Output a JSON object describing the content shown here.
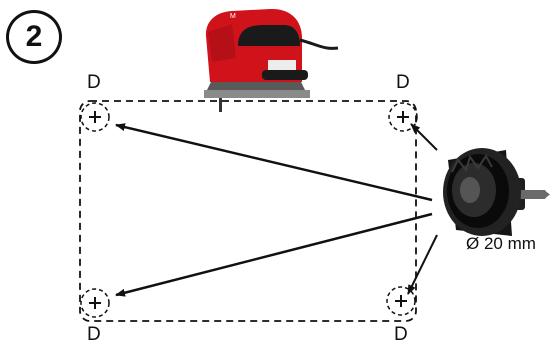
{
  "step": {
    "number": "2"
  },
  "corners": {
    "top_left": "D",
    "top_right": "D",
    "bottom_left": "D",
    "bottom_right": "D"
  },
  "hole_saw": {
    "diameter_label": "Ø 20 mm"
  },
  "colors": {
    "tool_red": "#d0121b",
    "tool_black": "#1a1a1a",
    "line": "#111111"
  },
  "icons": [
    "jigsaw-icon",
    "hole-saw-icon",
    "drill-mark-icon"
  ]
}
